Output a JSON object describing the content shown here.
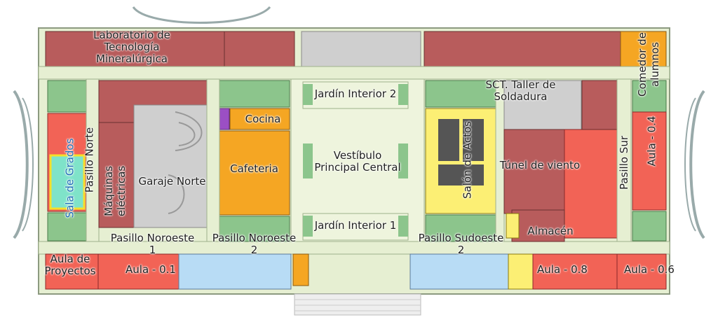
{
  "colors": {
    "corridor": "#e6efd2",
    "corridor_line": "#9fb28c",
    "classroom_red": "#f26356",
    "room_darkred": "#b85c5c",
    "cafe_orange": "#f5a623",
    "hall_yellow": "#fcef74",
    "lab_blue": "#b8dcf5",
    "garage_gray": "#cfcfcf",
    "selected_fill": "#7fe3c9",
    "selected_border": "#f5e02a",
    "garden_green": "#8cc58c"
  },
  "rooms": {
    "laboratorio": [
      "Laboratorio de",
      "Tecnología",
      "Mineralúrgica"
    ],
    "jardin_interior_2": "Jardín Interior 2",
    "sct_taller": [
      "SCT. Taller de",
      "Soldadura"
    ],
    "comedor": [
      "Comedor de",
      "alumnos"
    ],
    "cocina": "Cocina",
    "cafeteria": "Cafeteria",
    "vestibulo": [
      "Vestíbulo",
      "Principal Central"
    ],
    "salon_actos": "Salón de Actos",
    "tunel_viento": "Túnel de viento",
    "aula_04": "Aula - 0.4",
    "pasillo_norte": "Pasillo Norte",
    "sala_grados": "Sala de Grados",
    "maquinas": [
      "Máquinas",
      "eléctricas"
    ],
    "garaje_norte": "Garaje Norte",
    "pasillo_sur": "Pasillo Sur",
    "jardin_interior_1": "Jardín Interior 1",
    "almacen": "Almacén",
    "pasillo_noroeste_1": [
      "Pasillo Noroeste",
      "1"
    ],
    "pasillo_noroeste_2": [
      "Pasillo Noroeste",
      "2"
    ],
    "pasillo_sudoeste_2": [
      "Pasillo Sudoeste",
      "2"
    ],
    "aula_proyectos": [
      "Aula de",
      "Proyectos"
    ],
    "aula_01": "Aula - 0.1",
    "aula_08": "Aula - 0.8",
    "aula_06": "Aula - 0.6"
  }
}
